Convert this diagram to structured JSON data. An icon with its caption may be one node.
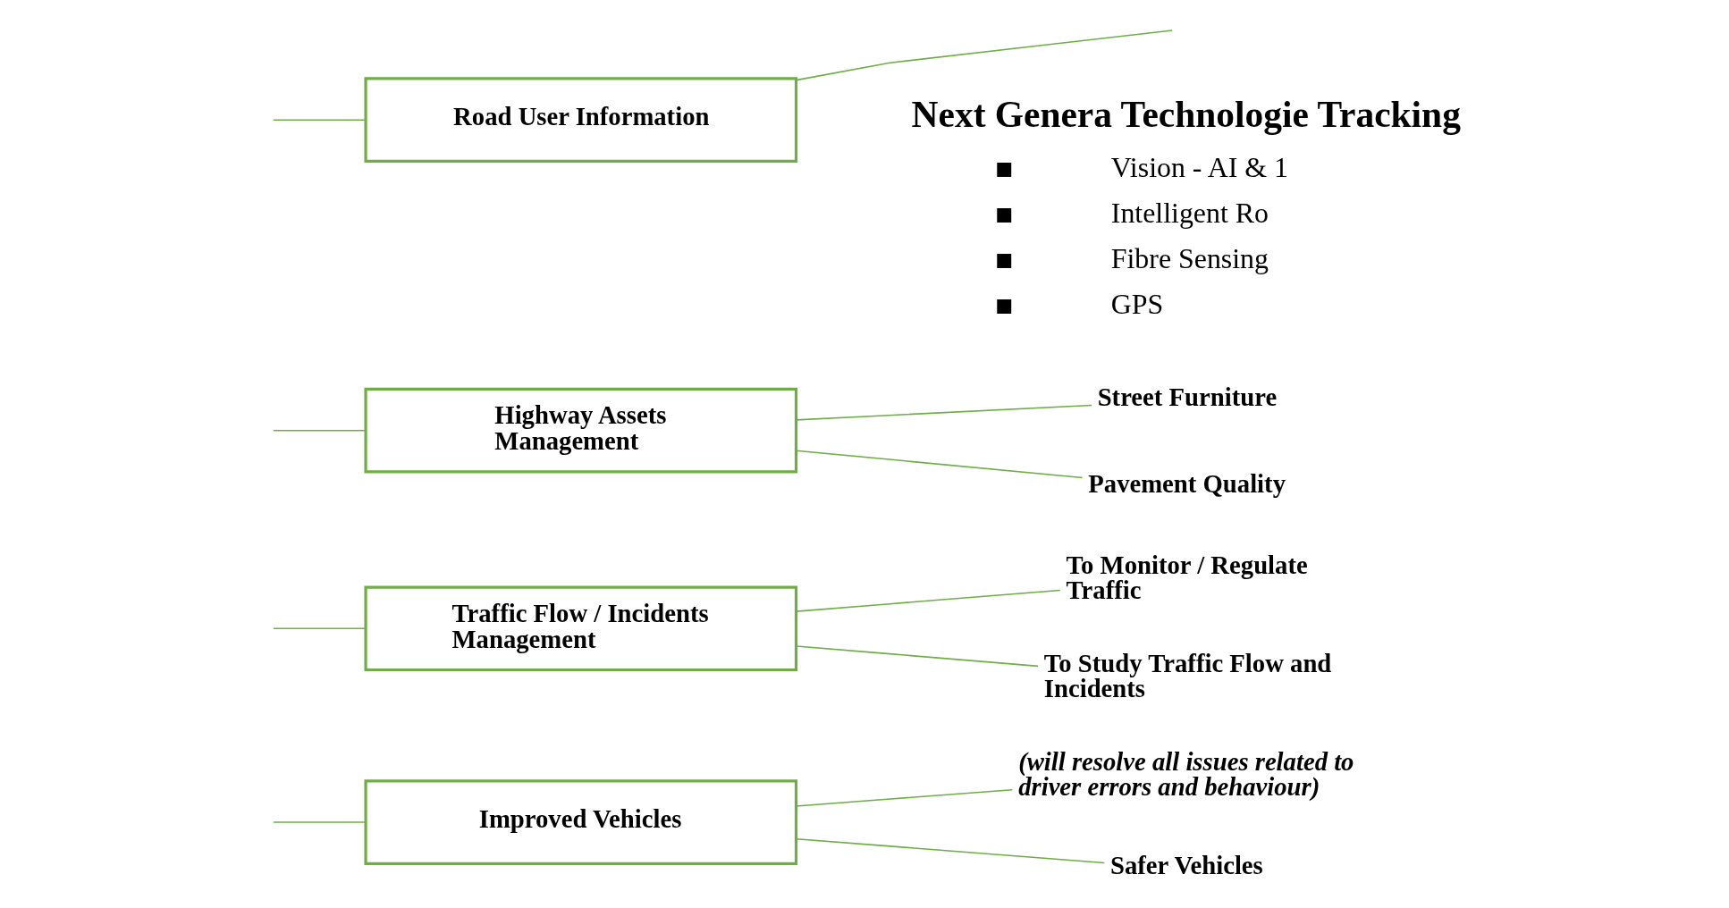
{
  "diagram": {
    "nodes": [
      {
        "text": [
          "Improved Vehicles"
        ]
      },
      {
        "text": [
          "(will resolve all issues related to driver errors and behaviour)"
        ]
      },
      {
        "text": [
          "Safer Vehicles"
        ]
      },
      {
        "text": [
          "Traffic Flow / Incidents Management"
        ]
      },
      {
        "text": [
          "To Monitor / Regulate Traffic"
        ]
      },
      {
        "text": [
          "To Study Traffic Flow and Incidents"
        ]
      },
      {
        "text": [
          "Highway Assets Management"
        ]
      },
      {
        "text": [
          "Street Furniture"
        ]
      },
      {
        "text": [
          "Pavement Quality"
        ]
      },
      {
        "text": [
          "Road User Information"
        ]
      }
    ],
    "edges": [
      {
        "from": null,
        "to": 0,
        "arrow": "none"
      },
      {
        "from": null,
        "to": 3,
        "arrow": "none"
      },
      {
        "from": null,
        "to": 6,
        "arrow": "none"
      },
      {
        "from": null,
        "to": 9,
        "arrow": "none"
      },
      {
        "from": 0,
        "to": 1,
        "arrow": "none"
      },
      {
        "from": 0,
        "to": 2,
        "arrow": "none"
      },
      {
        "from": 3,
        "to": 4,
        "arrow": "none"
      },
      {
        "from": 3,
        "to": 5,
        "arrow": "none"
      },
      {
        "from": 6,
        "to": 7,
        "arrow": "none"
      },
      {
        "from": 6,
        "to": 8,
        "arrow": "none"
      },
      {
        "from": 9,
        "to": null,
        "arrow": "none"
      }
    ],
    "labels": [
      "Next Genera Technologie Tracking",
      "Vision - AI & 1",
      "Intelligent Ro",
      "Fibre Sensing",
      "GPS"
    ]
  }
}
